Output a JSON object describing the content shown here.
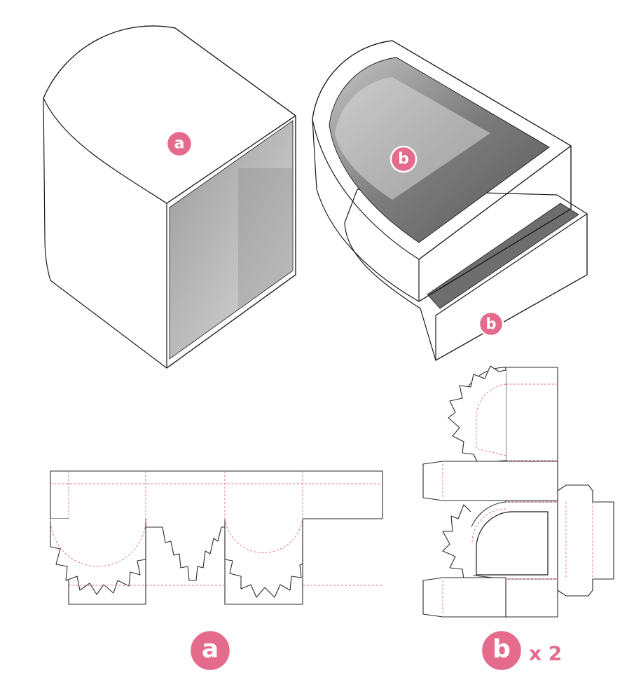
{
  "colors": {
    "accent": "#e46b8c",
    "line": "#2b2b2b",
    "fold": "#e06a8a"
  },
  "labels": {
    "lid": "a",
    "tray_top": "b",
    "tray_bottom": "b",
    "dieline_a": "a",
    "dieline_b": "b",
    "quantity": "x 2"
  }
}
